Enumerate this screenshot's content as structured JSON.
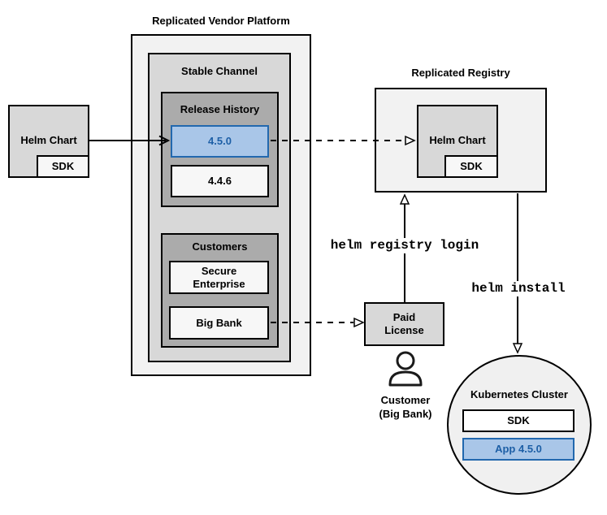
{
  "platform": {
    "title": "Replicated Vendor Platform",
    "stable_channel_title": "Stable Channel",
    "release_history_title": "Release History",
    "releases": [
      "4.5.0",
      "4.4.6"
    ],
    "customers_title": "Customers",
    "customer_secure_line1": "Secure",
    "customer_secure_line2": "Enterprise",
    "customer_bigbank": "Big Bank"
  },
  "source_chart": {
    "label": "Helm Chart",
    "sdk": "SDK"
  },
  "registry": {
    "title": "Replicated Registry",
    "chart_label": "Helm Chart",
    "sdk": "SDK"
  },
  "paid_license": {
    "line1": "Paid",
    "line2": "License"
  },
  "customer_caption": {
    "line1": "Customer",
    "line2": "(Big Bank)"
  },
  "cluster": {
    "title": "Kubernetes Cluster",
    "sdk": "SDK",
    "app": "App 4.5.0"
  },
  "commands": {
    "login": "helm registry login",
    "install": "helm install"
  },
  "icons": [
    "person-icon",
    "arrow-right-icon",
    "dashed-arrow-icon",
    "arrow-up-icon",
    "arrow-down-icon"
  ],
  "colors": {
    "highlight_fill": "#a9c6e8",
    "highlight_border": "#2268ae",
    "highlight_text": "#1d5fa6",
    "container_lightest": "#f2f2f2",
    "container_mid": "#d8d8d8",
    "container_dark": "#ababab",
    "box_white": "#f7f7f7",
    "line": "#000000"
  }
}
